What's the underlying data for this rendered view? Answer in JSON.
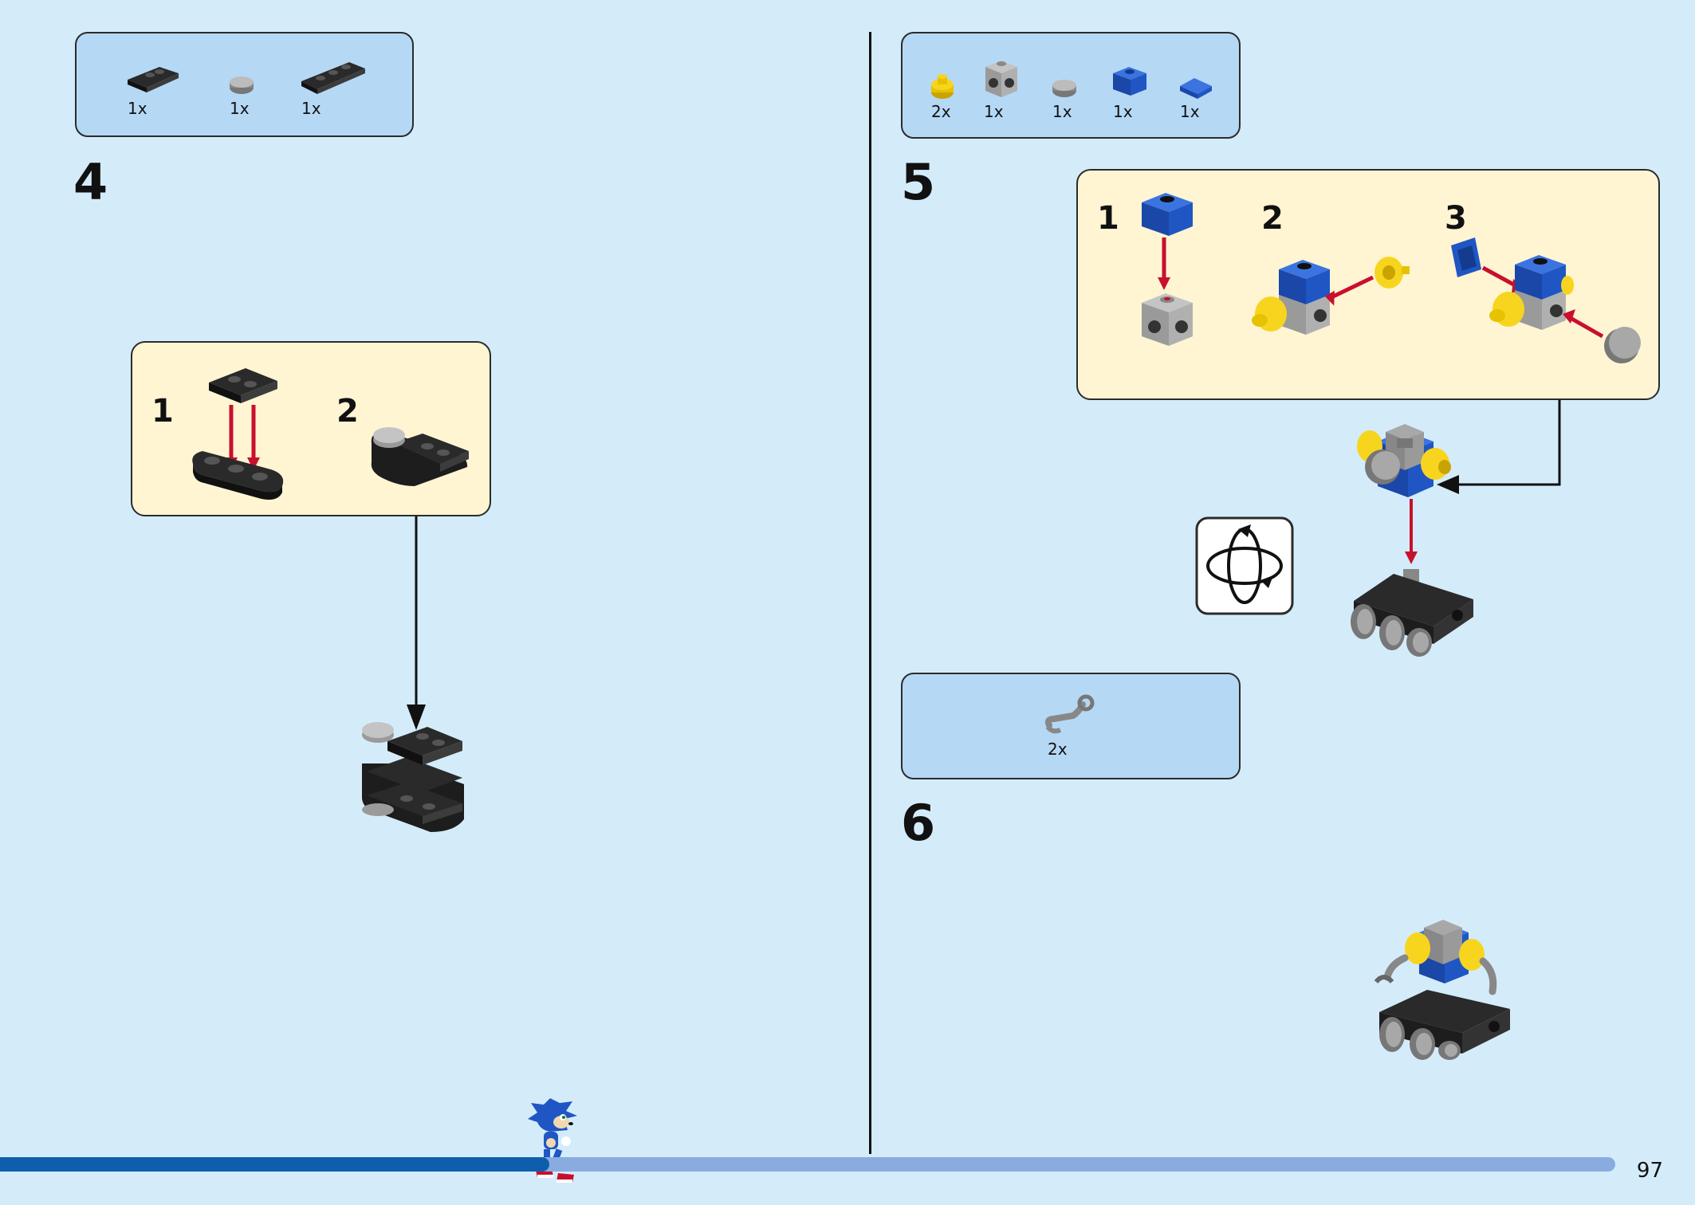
{
  "page": {
    "number": "97"
  },
  "colors": {
    "background": "#d4ecfa",
    "parts_box": "#b5d8f5",
    "substep_box": "#fff5d3",
    "brick_black": "#2a2a2a",
    "brick_gray": "#a8a8a8",
    "brick_blue": "#1f56c4",
    "brick_yellow": "#f7d51e",
    "arrow_red": "#c8102e",
    "progress_fill": "#0d5fae",
    "progress_track": "#8aabe0"
  },
  "progress": {
    "fraction": 0.34
  },
  "steps": {
    "step4": {
      "number": "4",
      "parts": [
        {
          "qty": "1x",
          "icon": "black-plate-1x2-icon"
        },
        {
          "qty": "1x",
          "icon": "gray-round-tile-icon"
        },
        {
          "qty": "1x",
          "icon": "black-plate-1x3-icon"
        }
      ],
      "substeps": [
        "1",
        "2"
      ]
    },
    "step5": {
      "number": "5",
      "parts": [
        {
          "qty": "2x",
          "icon": "yellow-round-stud-icon"
        },
        {
          "qty": "1x",
          "icon": "gray-brick-with-studs-icon"
        },
        {
          "qty": "1x",
          "icon": "gray-round-tile-icon"
        },
        {
          "qty": "1x",
          "icon": "blue-brick-1x1-icon"
        },
        {
          "qty": "1x",
          "icon": "blue-tile-1x1-icon"
        }
      ],
      "substeps": [
        "1",
        "2",
        "3"
      ]
    },
    "step6": {
      "number": "6",
      "parts": [
        {
          "qty": "2x",
          "icon": "gray-robot-arm-icon"
        }
      ]
    }
  }
}
